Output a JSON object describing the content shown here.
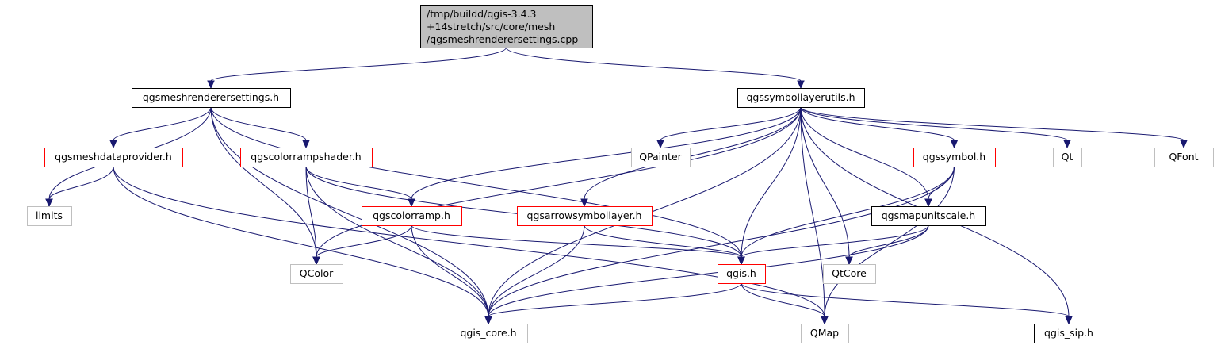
{
  "colors": {
    "edge": "#191970",
    "root_fill": "#bfbfbf",
    "documented_border": "#000000",
    "truncated_border": "#ff0000",
    "external_border": "#bfbfbf"
  },
  "nodes": {
    "root": {
      "lines": [
        "/tmp/buildd/qgis-3.4.3",
        "+14stretch/src/core/mesh",
        "/qgsmeshrenderersettings.cpp"
      ],
      "style": "root"
    },
    "meshrenderersettings": {
      "label": "qgsmeshrenderersettings.h",
      "style": "documented"
    },
    "symbollayerutils": {
      "label": "qgssymbollayerutils.h",
      "style": "documented"
    },
    "meshdataprovider": {
      "label": "qgsmeshdataprovider.h",
      "style": "truncated"
    },
    "colorrampshader": {
      "label": "qgscolorrampshader.h",
      "style": "truncated"
    },
    "qpainter": {
      "label": "QPainter",
      "style": "external"
    },
    "qgssymbol": {
      "label": "qgssymbol.h",
      "style": "truncated"
    },
    "qt": {
      "label": "Qt",
      "style": "external"
    },
    "qfont": {
      "label": "QFont",
      "style": "external"
    },
    "limits": {
      "label": "limits",
      "style": "external"
    },
    "colorramp": {
      "label": "qgscolorramp.h",
      "style": "truncated"
    },
    "arrowsymbollayer": {
      "label": "qgsarrowsymbollayer.h",
      "style": "truncated"
    },
    "mapunitscale": {
      "label": "qgsmapunitscale.h",
      "style": "documented"
    },
    "qcolor": {
      "label": "QColor",
      "style": "external"
    },
    "qgis": {
      "label": "qgis.h",
      "style": "truncated"
    },
    "qtcore": {
      "label": "QtCore",
      "style": "external"
    },
    "qgis_core": {
      "label": "qgis_core.h",
      "style": "external"
    },
    "qmap": {
      "label": "QMap",
      "style": "external"
    },
    "qgis_sip": {
      "label": "qgis_sip.h",
      "style": "documented"
    }
  },
  "edges": [
    [
      "root",
      "meshrenderersettings"
    ],
    [
      "root",
      "symbollayerutils"
    ],
    [
      "meshrenderersettings",
      "meshdataprovider"
    ],
    [
      "meshrenderersettings",
      "colorrampshader"
    ],
    [
      "meshrenderersettings",
      "limits"
    ],
    [
      "meshrenderersettings",
      "qcolor"
    ],
    [
      "meshrenderersettings",
      "qgis"
    ],
    [
      "meshrenderersettings",
      "qgis_core"
    ],
    [
      "symbollayerutils",
      "qpainter"
    ],
    [
      "symbollayerutils",
      "qgssymbol"
    ],
    [
      "symbollayerutils",
      "qt"
    ],
    [
      "symbollayerutils",
      "qfont"
    ],
    [
      "symbollayerutils",
      "colorramp"
    ],
    [
      "symbollayerutils",
      "arrowsymbollayer"
    ],
    [
      "symbollayerutils",
      "mapunitscale"
    ],
    [
      "symbollayerutils",
      "qcolor"
    ],
    [
      "symbollayerutils",
      "qgis"
    ],
    [
      "symbollayerutils",
      "qtcore"
    ],
    [
      "symbollayerutils",
      "qgis_core"
    ],
    [
      "symbollayerutils",
      "qmap"
    ],
    [
      "symbollayerutils",
      "qgis_sip"
    ],
    [
      "meshdataprovider",
      "limits"
    ],
    [
      "meshdataprovider",
      "qgis_core"
    ],
    [
      "meshdataprovider",
      "qmap"
    ],
    [
      "colorrampshader",
      "colorramp"
    ],
    [
      "colorrampshader",
      "qcolor"
    ],
    [
      "colorrampshader",
      "qgis"
    ],
    [
      "colorrampshader",
      "qgis_core"
    ],
    [
      "qgssymbol",
      "mapunitscale"
    ],
    [
      "qgssymbol",
      "qgis"
    ],
    [
      "qgssymbol",
      "qgis_core"
    ],
    [
      "qgssymbol",
      "qmap"
    ],
    [
      "colorramp",
      "qcolor"
    ],
    [
      "colorramp",
      "qgis"
    ],
    [
      "colorramp",
      "qgis_core"
    ],
    [
      "arrowsymbollayer",
      "qgis"
    ],
    [
      "arrowsymbollayer",
      "qgis_core"
    ],
    [
      "mapunitscale",
      "qgis"
    ],
    [
      "mapunitscale",
      "qtcore"
    ],
    [
      "mapunitscale",
      "qgis_core"
    ],
    [
      "qgis",
      "qgis_core"
    ],
    [
      "qgis",
      "qmap"
    ],
    [
      "qgis",
      "qgis_sip"
    ]
  ]
}
